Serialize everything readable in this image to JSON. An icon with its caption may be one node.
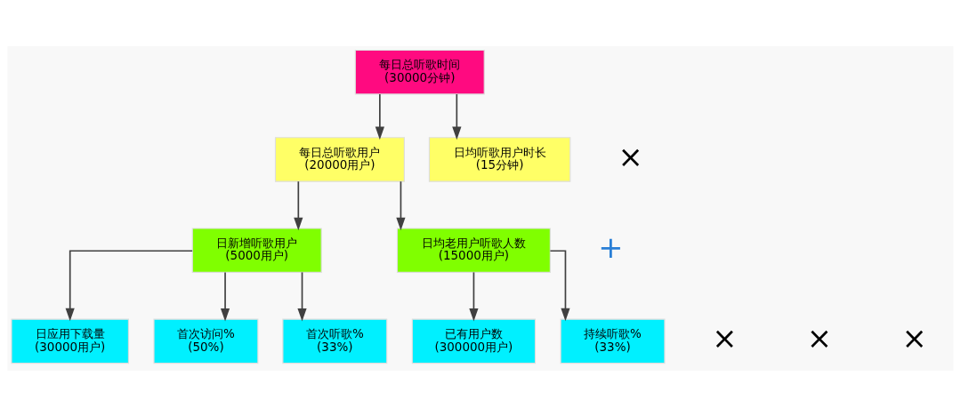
{
  "diagram": {
    "nodes": [
      {
        "text": [
          "每日总听歌时间",
          "(30000分钟)"
        ]
      },
      {
        "text": [
          "每日总听歌用户",
          "(20000用户)"
        ]
      },
      {
        "text": [
          "日均听歌用户时长",
          "(15分钟)"
        ]
      },
      {
        "text": [
          "日新增听歌用户",
          "(5000用户)"
        ]
      },
      {
        "text": [
          "日均老用户听歌人数",
          "(15000用户)"
        ]
      },
      {
        "text": [
          "日应用下载量",
          "(30000用户)"
        ]
      },
      {
        "text": [
          "首次访问%",
          "(50%)"
        ]
      },
      {
        "text": [
          "首次听歌%",
          "(33%)"
        ]
      },
      {
        "text": [
          "已有用户数",
          "(300000用户)"
        ]
      },
      {
        "text": [
          "持续听歌%",
          "(33%)"
        ]
      }
    ],
    "edges": [
      {
        "from": 0,
        "to": 1,
        "arrow": "to"
      },
      {
        "from": 0,
        "to": 2,
        "arrow": "to"
      },
      {
        "from": 1,
        "to": 3,
        "arrow": "to"
      },
      {
        "from": 1,
        "to": 4,
        "arrow": "to"
      },
      {
        "from": 3,
        "to": 5,
        "arrow": "to"
      },
      {
        "from": 3,
        "to": 6,
        "arrow": "to"
      },
      {
        "from": 3,
        "to": 7,
        "arrow": "to"
      },
      {
        "from": 4,
        "to": 8,
        "arrow": "to"
      },
      {
        "from": 4,
        "to": 9,
        "arrow": "to"
      }
    ],
    "labels": [
      "×",
      "+",
      "×",
      "×",
      "×"
    ]
  }
}
